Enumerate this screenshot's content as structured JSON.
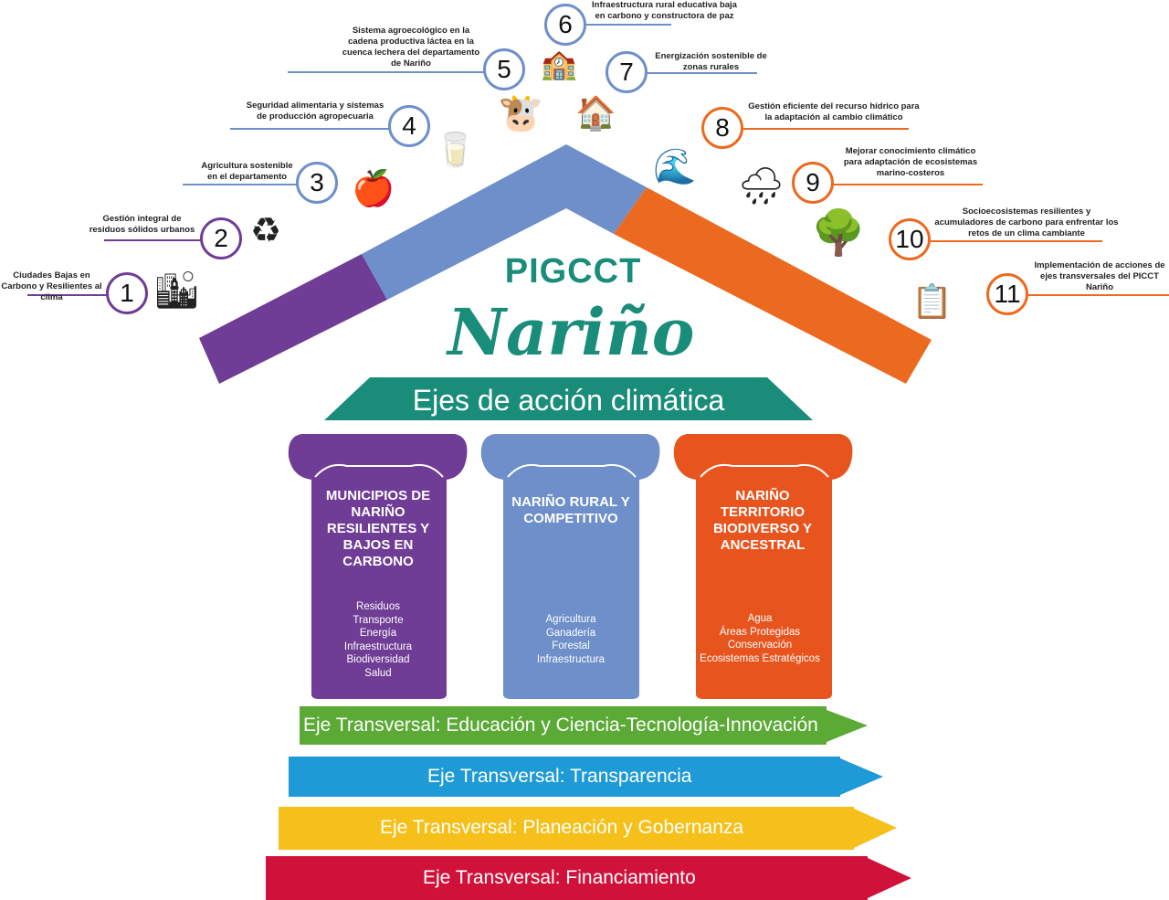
{
  "title": {
    "brand": "PIGCCT",
    "region": "Nariño",
    "subtitle": "Ejes de acción climática"
  },
  "colors": {
    "purple": "#6f3c96",
    "blue": "#6e8fca",
    "orange": "#e8611e",
    "teal": "#1a8c7a",
    "green": "#5aaa35",
    "cyan": "#1e9ad6",
    "yellow": "#f6c01a",
    "red": "#d0123a"
  },
  "lines": [
    {
      "n": "1",
      "label": "Ciudades Bajas en Carbono y Resilientes al clima",
      "icon": "city-icon"
    },
    {
      "n": "2",
      "label": "Gestión integral de residuos sólidos urbanos",
      "icon": "recycle-bin-icon"
    },
    {
      "n": "3",
      "label": "Agricultura sostenible en el departamento",
      "icon": "vegetables-icon"
    },
    {
      "n": "4",
      "label": "Seguridad alimentaria y sistemas de producción agropecuaria",
      "icon": "food-jars-icon"
    },
    {
      "n": "5",
      "label": "Sistema agroecológico en la cadena productiva láctea en la cuenca lechera del departamento de Nariño",
      "icon": "cow-icon"
    },
    {
      "n": "6",
      "label": "Infraestructura rural educativa baja en carbono y constructora de paz",
      "icon": "school-icon"
    },
    {
      "n": "7",
      "label": "Energización sostenible de zonas rurales",
      "icon": "solar-house-icon"
    },
    {
      "n": "8",
      "label": "Gestión eficiente del recurso hídrico para la adaptación al cambio climático",
      "icon": "water-tower-icon"
    },
    {
      "n": "9",
      "label": "Mejorar conocimiento climático para adaptación de ecosistemas marino-costeros",
      "icon": "rain-cloud-icon"
    },
    {
      "n": "10",
      "label": "Socioecosistemas resilientes y acumuladores de carbono para enfrentar los retos de un clima cambiante",
      "icon": "trees-icon"
    },
    {
      "n": "11",
      "label": "Implementación de acciones de ejes transversales del PICCT Nariño",
      "icon": "people-checklist-icon"
    }
  ],
  "pillars": [
    {
      "title": "MUNICIPIOS DE NARIÑO RESILIENTES Y BAJOS EN CARBONO",
      "items": [
        "Residuos",
        "Transporte",
        "Energía",
        "Infraestructura",
        "Biodiversidad",
        "Salud"
      ]
    },
    {
      "title": "NARIÑO RURAL Y COMPETITIVO",
      "items": [
        "Agricultura",
        "Ganadería",
        "Forestal",
        "Infraestructura"
      ]
    },
    {
      "title": "NARIÑO TERRITORIO BIODIVERSO Y ANCESTRAL",
      "items": [
        "Agua",
        "Áreas Protegidas",
        "Conservación",
        "Ecosistemas Estratégicos"
      ]
    }
  ],
  "transversal": [
    "Eje Transversal:  Educación y Ciencia-Tecnología-Innovación",
    "Eje Transversal:  Transparencia",
    "Eje Transversal: Planeación y Gobernanza",
    "Eje Transversal: Financiamiento"
  ]
}
